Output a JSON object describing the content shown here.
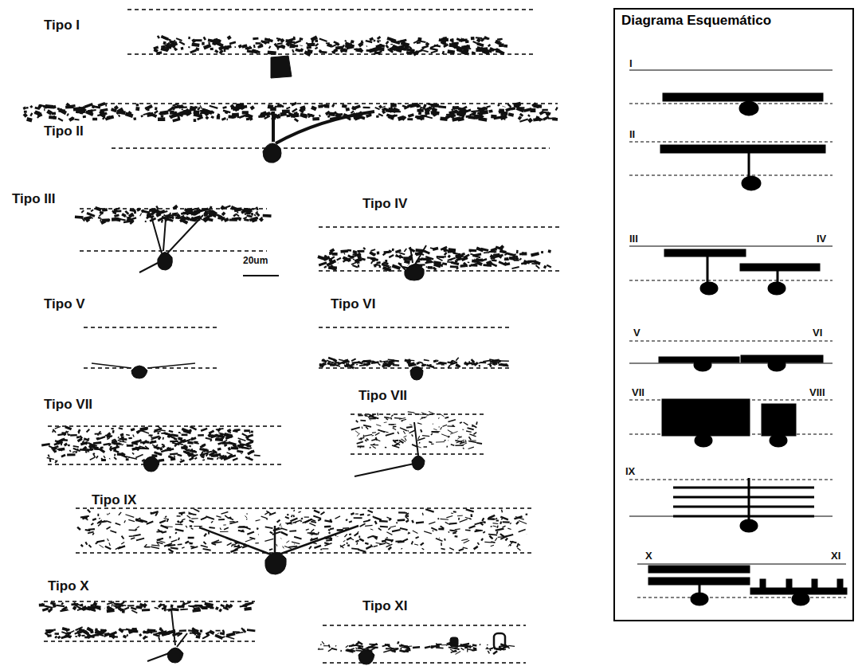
{
  "diagram": {
    "nodes": [
      {
        "text": [
          "Diagrama Esquemático"
        ]
      }
    ],
    "labels": [
      "Tipo I",
      "Tipo II",
      "Tipo III",
      "Tipo IV",
      "20um",
      "Tipo V",
      "Tipo VI",
      "Tipo VII",
      "Tipo VII",
      "Tipo IX",
      "Tipo X",
      "Tipo XI",
      "I",
      "II",
      "III",
      "IV",
      "V",
      "VI",
      "VII",
      "VIII",
      "IX",
      "X",
      "XI"
    ]
  }
}
